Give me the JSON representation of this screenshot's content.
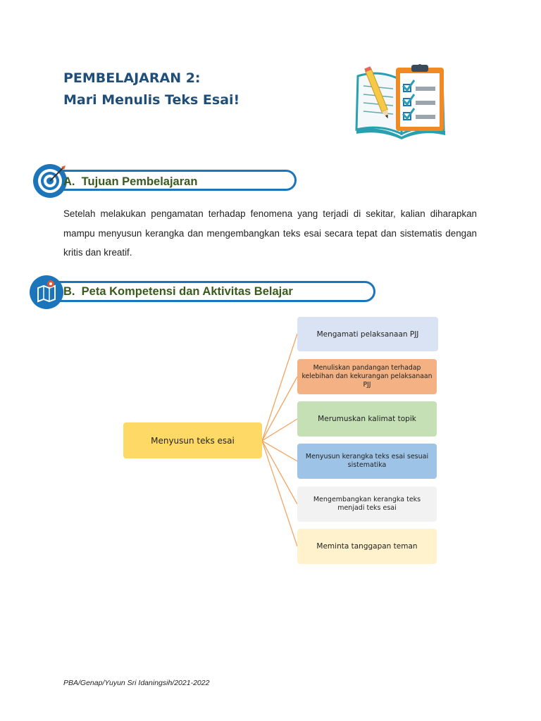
{
  "header": {
    "title_line1": "PEMBELAJARAN 2:",
    "title_line2": "Mari Menulis Teks Esai!"
  },
  "illustration": {
    "icon": "clipboard-checklist-book-icon"
  },
  "section_a": {
    "letter": "A.",
    "heading": "Tujuan Pembelajaran",
    "icon": "target-arrow-icon",
    "paragraph": "Setelah melakukan pengamatan terhadap fenomena yang terjadi di sekitar, kalian diharapkan mampu menyusun kerangka dan mengembangkan teks esai secara tepat dan sistematis dengan kritis dan kreatif."
  },
  "section_b": {
    "letter": "B.",
    "heading": "Peta Kompetensi dan Aktivitas Belajar",
    "icon": "map-pin-icon"
  },
  "mindmap": {
    "root": "Menyusun teks esai",
    "root_color": "#ffd966",
    "branch_line_color": "#f4a460",
    "branches": [
      {
        "label": "Mengamati pelaksanaan PJJ",
        "color": "#dae3f3"
      },
      {
        "label": "Menuliskan pandangan terhadap kelebihan dan kekurangan pelaksanaan PJJ",
        "color": "#f4b183"
      },
      {
        "label": "Merumuskan kalimat topik",
        "color": "#c5e0b4"
      },
      {
        "label": "Menyusun kerangka teks esai sesuai sistematika",
        "color": "#9dc3e6"
      },
      {
        "label": "Mengembangkan kerangka teks menjadi teks esai",
        "color": "#f2f2f2"
      },
      {
        "label": "Meminta tanggapan teman",
        "color": "#fff2cc"
      }
    ]
  },
  "footer": {
    "text": "PBA/Genap/Yuyun Sri Idaningsih/2021-2022"
  }
}
